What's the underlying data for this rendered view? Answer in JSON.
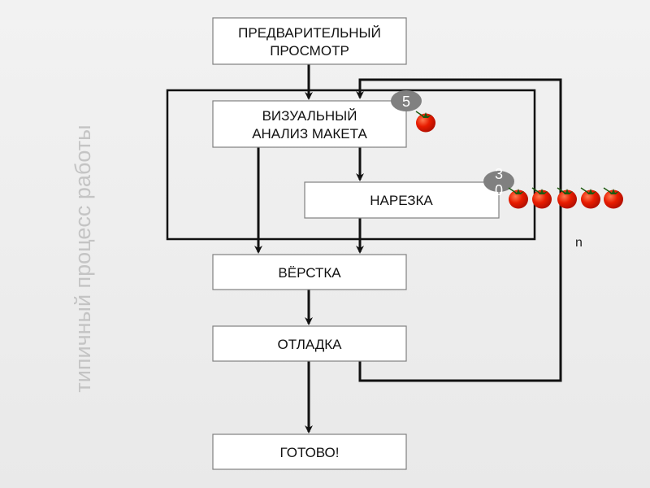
{
  "side_title": "типичный процесс работы",
  "steps": {
    "preview": [
      "ПРЕДВАРИТЕЛЬНЫЙ",
      "ПРОСМОТР"
    ],
    "visual": [
      "ВИЗУАЛЬНЫЙ",
      "АНАЛИЗ МАКЕТА"
    ],
    "slicing": "НАРЕЗКА",
    "layout": "ВЁРСТКА",
    "debug": "ОТЛАДКА",
    "done": "ГОТОВО!"
  },
  "badges": {
    "visual": "5",
    "slicing": [
      "3",
      "0"
    ]
  },
  "tomatoes": {
    "visual": 1,
    "slicing": 5
  },
  "loop_label": "n",
  "colors": {
    "tomato": "#e01a00",
    "badge": "#808080",
    "side_text": "#c4c4c4"
  }
}
